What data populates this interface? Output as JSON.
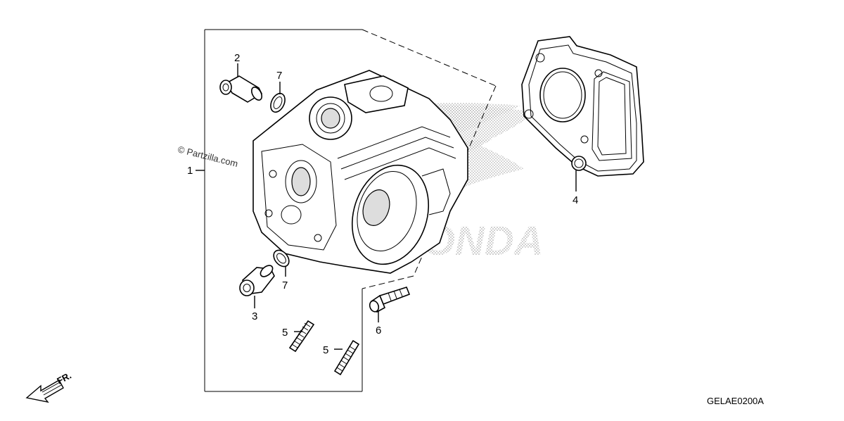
{
  "watermark": "© Partzilla.com",
  "diagram_code": "GELAE0200A",
  "direction_label": "FR.",
  "brand_text": "HONDA",
  "callouts": {
    "c1": "1",
    "c2": "2",
    "c3": "3",
    "c4": "4",
    "c5a": "5",
    "c5b": "5",
    "c6": "6",
    "c7a": "7",
    "c7b": "7"
  },
  "icons": {
    "front_arrow": "front-direction-arrow-icon",
    "brand_logo": "honda-wing-logo-icon"
  }
}
